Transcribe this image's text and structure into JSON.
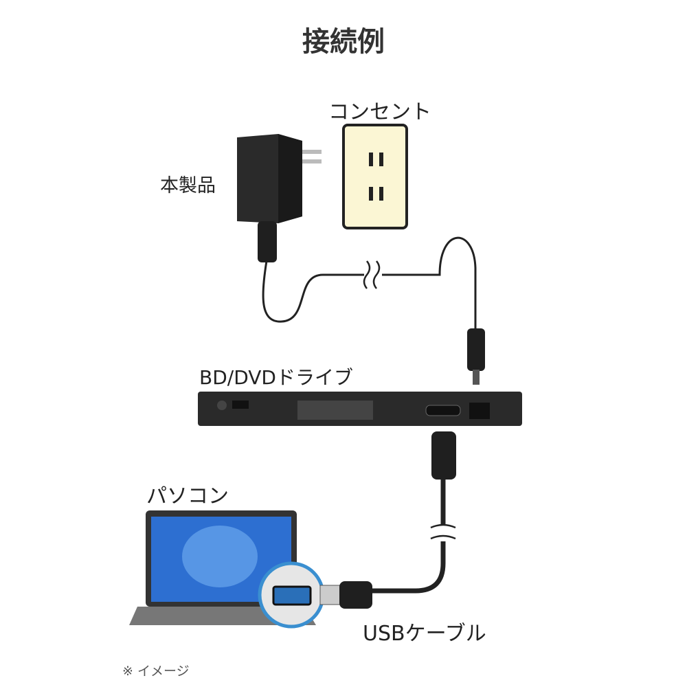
{
  "title": "接続例",
  "labels": {
    "outlet": "コンセント",
    "product": "本製品",
    "drive": "BD/DVDドライブ",
    "pc": "パソコン",
    "usb_cable": "USBケーブル"
  },
  "note": "※ イメージ",
  "colors": {
    "outlet_face": "#fbf6d4",
    "cable": "#222222",
    "usb_port_blue": "#2a6fb8",
    "zoom_ring": "#3a8fd0"
  }
}
